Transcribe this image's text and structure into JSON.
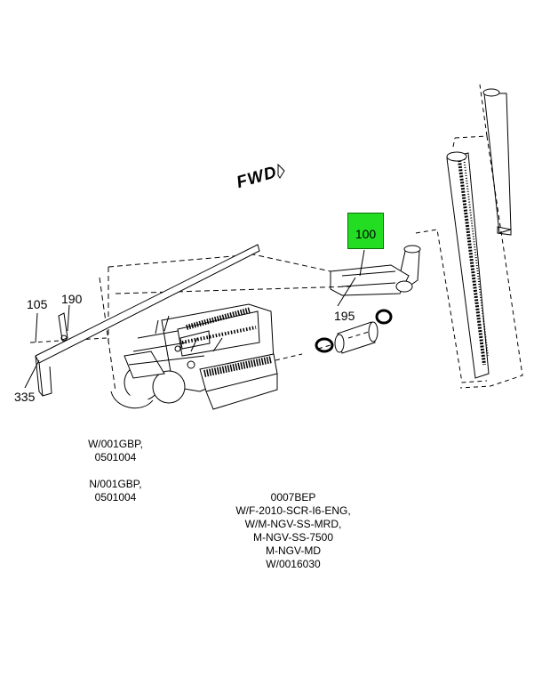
{
  "orientation": {
    "label": "FWD"
  },
  "callouts": {
    "c100": "100",
    "c105": "105",
    "c190": "190",
    "c195": "195",
    "c335": "335"
  },
  "highlight_color": "#22dd22",
  "notes": {
    "left": [
      "W/001GBP,",
      "0501004",
      "",
      "N/001GBP,",
      "0501004"
    ],
    "right": [
      "0007BEP",
      "W/F-2010-SCR-I6-ENG,",
      "W/M-NGV-SS-MRD,",
      "M-NGV-SS-7500",
      "M-NGV-MD",
      "W/0016030"
    ]
  }
}
